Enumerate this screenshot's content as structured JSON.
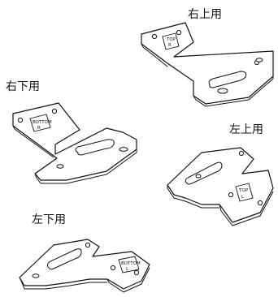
{
  "labels": {
    "upper_right": "右上用",
    "lower_right": "右下用",
    "upper_left": "左上用",
    "lower_left": "左下用"
  },
  "stamps": {
    "upper_right": {
      "line1": "TOP",
      "line2": "R"
    },
    "lower_right": {
      "line1": "BOTTOM",
      "line2": "R"
    },
    "upper_left": {
      "line1": "TOP",
      "line2": "L"
    },
    "lower_left": {
      "line1": "BOTTOM",
      "line2": "L"
    }
  },
  "colors": {
    "line": "#111111",
    "background": "#ffffff"
  }
}
